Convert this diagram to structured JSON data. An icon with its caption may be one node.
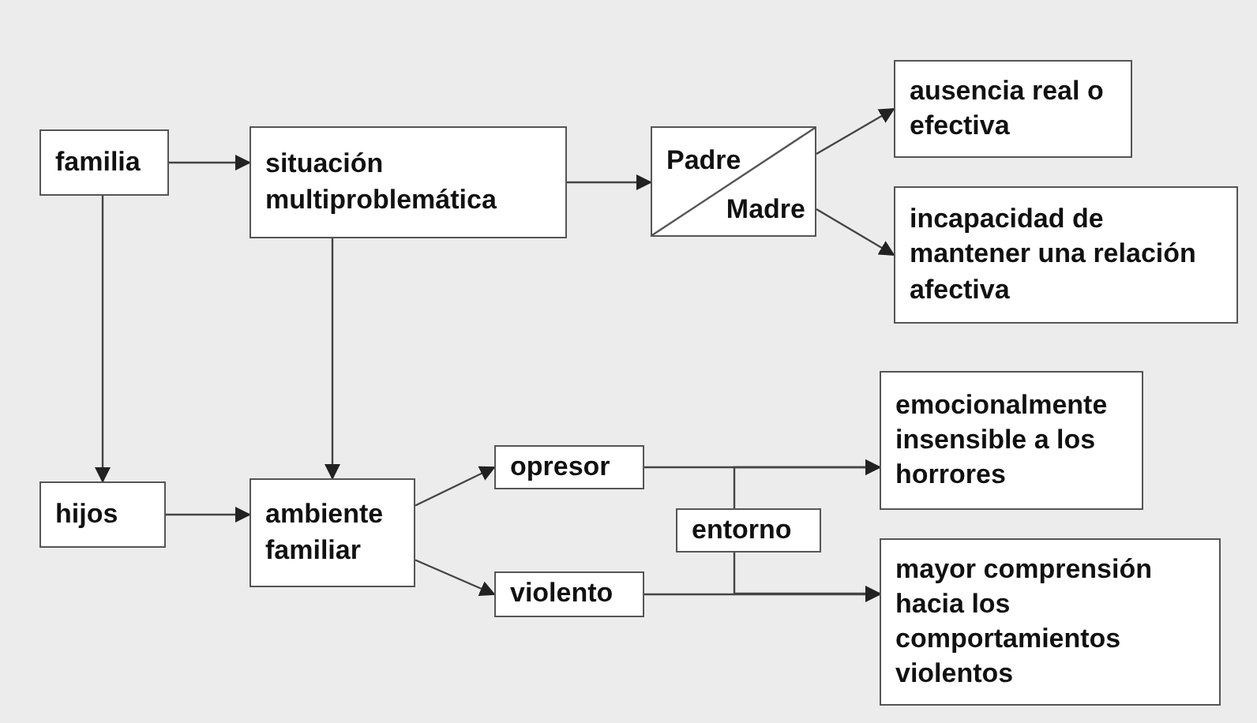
{
  "diagram": {
    "nodes": [
      {
        "text": [
          "familia"
        ]
      },
      {
        "text": [
          "situación multiproblemática"
        ]
      },
      {
        "text": [
          "Padre",
          "Madre"
        ]
      },
      {
        "text": [
          "ausencia real o efectiva"
        ]
      },
      {
        "text": [
          "incapacidad de mantener una relación afectiva"
        ]
      },
      {
        "text": [
          "hijos"
        ]
      },
      {
        "text": [
          "ambiente familiar"
        ]
      },
      {
        "text": [
          "opresor"
        ]
      },
      {
        "text": [
          "violento"
        ]
      },
      {
        "text": [
          "entorno"
        ]
      },
      {
        "text": [
          "emocionalmente insensible a los horrores"
        ]
      },
      {
        "text": [
          "mayor comprensión hacia los comportamientos violentos"
        ]
      }
    ],
    "edges": [
      {
        "from": 0,
        "to": 1,
        "arrow": "to"
      },
      {
        "from": 1,
        "to": 2,
        "arrow": "to"
      },
      {
        "from": 2,
        "to": 3,
        "arrow": "to"
      },
      {
        "from": 2,
        "to": 4,
        "arrow": "to"
      },
      {
        "from": 0,
        "to": 5,
        "arrow": "to"
      },
      {
        "from": 1,
        "to": 6,
        "arrow": "to"
      },
      {
        "from": 5,
        "to": 6,
        "arrow": "to"
      },
      {
        "from": 6,
        "to": 7,
        "arrow": "to"
      },
      {
        "from": 6,
        "to": 8,
        "arrow": "to"
      },
      {
        "from": 7,
        "to": 10,
        "arrow": "to"
      },
      {
        "from": 9,
        "to": 10,
        "arrow": "to"
      },
      {
        "from": 8,
        "to": 11,
        "arrow": "to"
      },
      {
        "from": 9,
        "to": 11,
        "arrow": "to"
      }
    ]
  }
}
